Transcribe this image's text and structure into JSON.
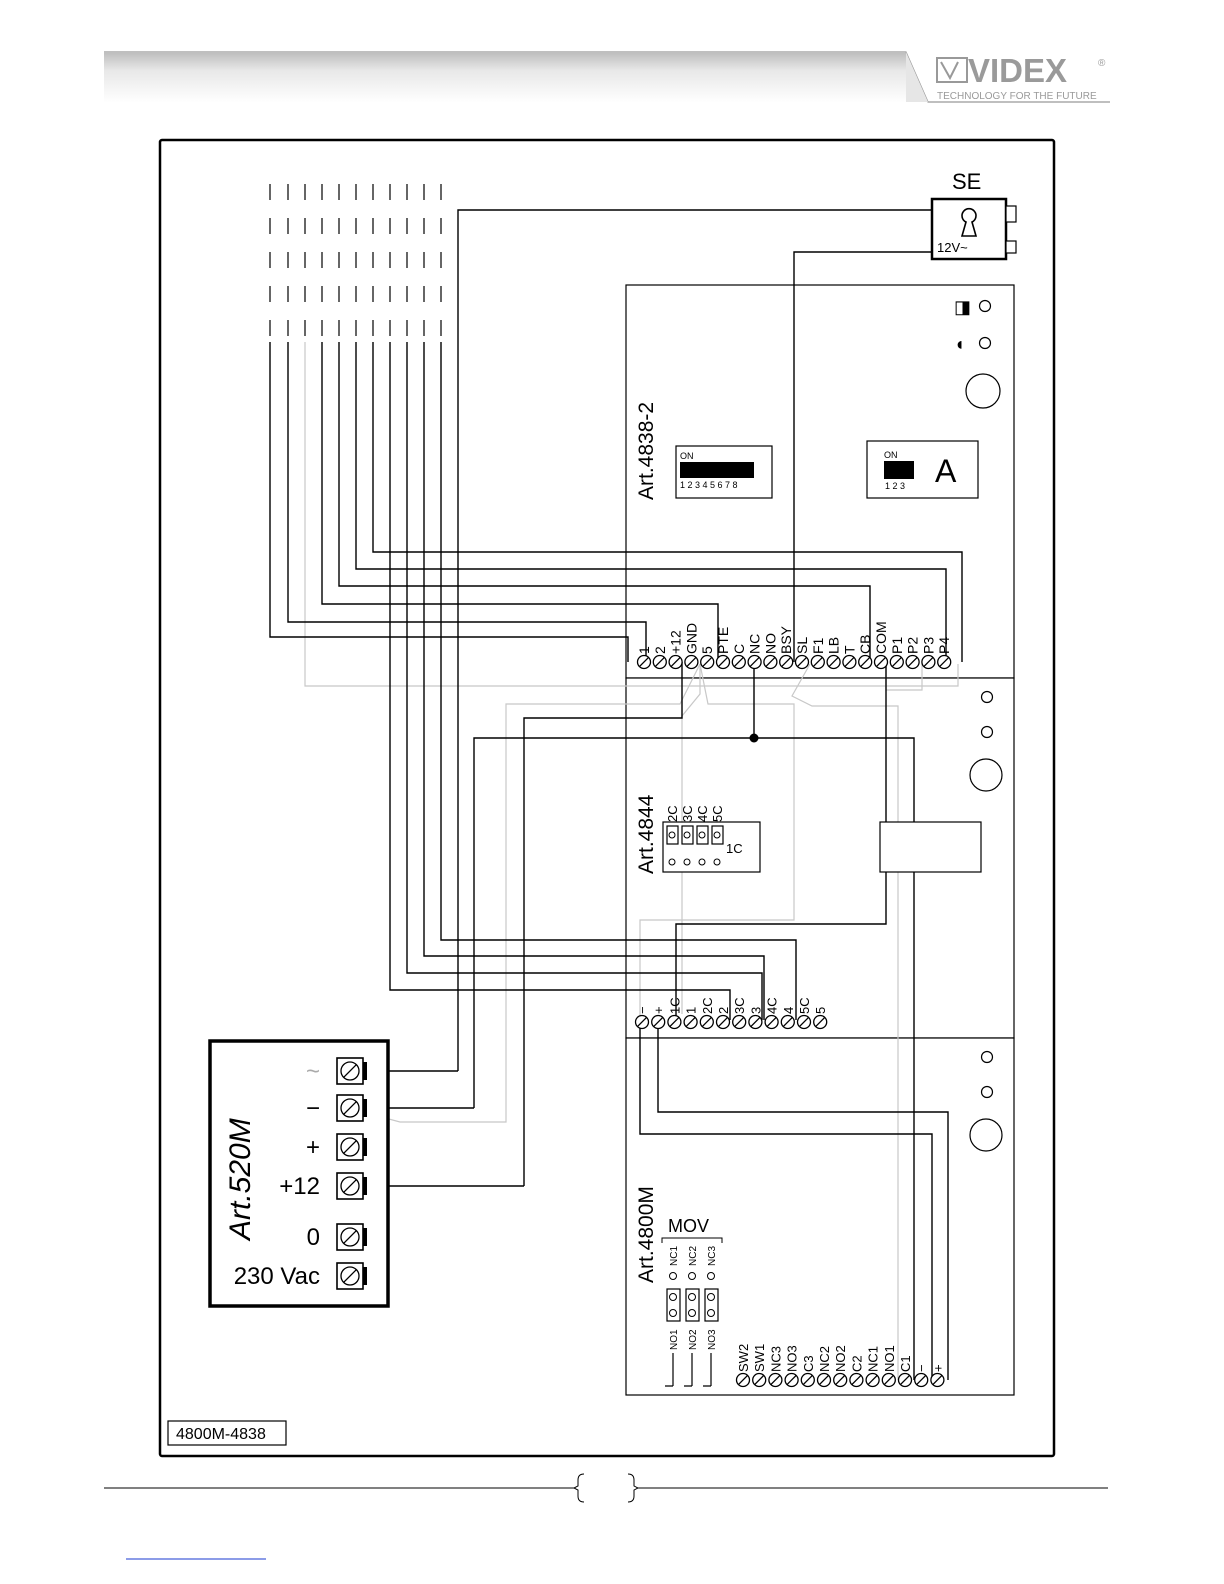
{
  "header": {
    "brand": "VIDEX",
    "registered": "®",
    "tagline": "TECHNOLOGY FOR THE FUTURE"
  },
  "diagram": {
    "ref_label": "4800M-4838",
    "se": {
      "label": "SE",
      "voltage": "12V~"
    },
    "module_4838": {
      "label": "Art.4838-2",
      "dip8_on": "ON",
      "dip8_numbers": "1 2 3 4 5 6 7 8",
      "dip3_on": "ON",
      "dip3_numbers": "1 2 3",
      "dip3_letter": "A",
      "terminals": [
        "1",
        "2",
        "+12",
        "GND",
        "5",
        "PTE",
        "C",
        "NC",
        "NO",
        "BSY",
        "SL",
        "F1",
        "LB",
        "T",
        "CB",
        "COM",
        "P1",
        "P2",
        "P3",
        "P4"
      ]
    },
    "module_4844": {
      "label": "Art.4844",
      "jumpers": [
        "2C",
        "3C",
        "4C",
        "5C"
      ],
      "common": "1C",
      "terminals": [
        "−",
        "+",
        "1C",
        "1",
        "2C",
        "2",
        "3C",
        "3",
        "4C",
        "4",
        "5C",
        "5"
      ]
    },
    "module_4800m": {
      "label": "Art.4800M",
      "mov_label": "MOV",
      "mov_nc": [
        "NC1",
        "NC2",
        "NC3"
      ],
      "mov_no": [
        "NO1",
        "NO2",
        "NO3"
      ],
      "terminals": [
        "SW2",
        "SW1",
        "NC3",
        "NO3",
        "C3",
        "NC2",
        "NO2",
        "C2",
        "NC1",
        "NO1",
        "C1",
        "−",
        "+"
      ]
    },
    "psu": {
      "label": "Art.520M",
      "terminals": [
        "~",
        "−",
        "+",
        "+12",
        "0",
        "230 Vac"
      ]
    }
  }
}
